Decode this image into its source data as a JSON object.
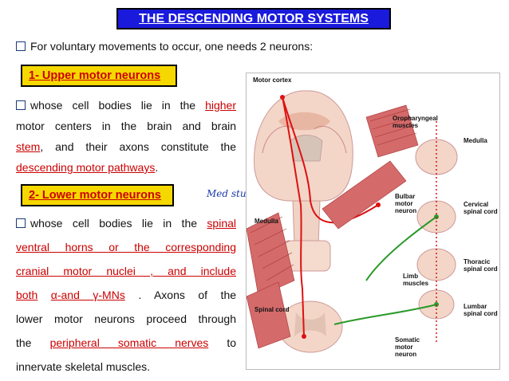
{
  "title": "THE DESCENDING  MOTOR SYSTEMS",
  "intro": "For voluntary movements to occur, one needs 2 neurons:",
  "section1": {
    "heading": "1- Upper motor neurons",
    "lines": [
      "whose cell bodies lie in the",
      "higher",
      "motor centers in the brain and brain",
      "stem",
      ", and their axons constitute the",
      "descending motor pathways",
      "."
    ]
  },
  "section2": {
    "heading": "2- Lower motor neurons",
    "line1": "whose cell bodies lie in the",
    "spinal": "spinal",
    "line2": "ventral horns or the  corresponding",
    "line3": "cranial motor nuclei , and include",
    "line4a": "both",
    "line4b": "α-and γ-MNs",
    "line4c": ". Axons  of the",
    "line5": "lower motor neurons proceed  through",
    "line6a": "the",
    "line6b": "peripheral somatic nerves",
    "line6c": "to",
    "line7": "innervate skeletal muscles."
  },
  "watermark": "Med students",
  "figure_labels": {
    "motor_cortex": "Motor cortex",
    "oropharyngeal": "Oropharyngeal muscles",
    "medulla_left": "Medulla",
    "medulla_right": "Medulla",
    "bulbar": "Bulbar motor neuron",
    "cervical": "Cervical spinal cord",
    "thoracic": "Thoracic spinal cord",
    "limb": "Limb muscles",
    "spinal_cord": "Spinal cord",
    "lumbar": "Lumbar spinal cord",
    "somatic": "Somatic motor neuron"
  }
}
